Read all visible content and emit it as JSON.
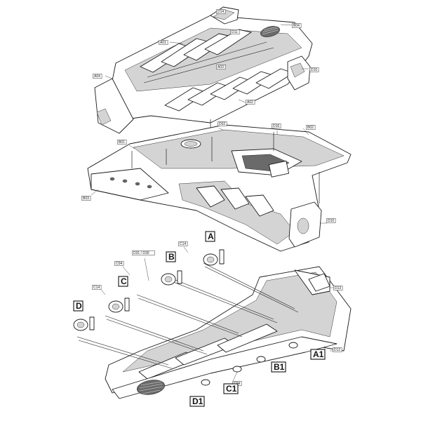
{
  "part_labels": [
    {
      "id": "D14",
      "text": "D14"
    },
    {
      "id": "B04",
      "text": "B04"
    },
    {
      "id": "A01",
      "text": "A01"
    },
    {
      "id": "D11",
      "text": "D11"
    },
    {
      "id": "A04",
      "text": "A04"
    },
    {
      "id": "A03",
      "text": "A03"
    },
    {
      "id": "D15",
      "text": "D15"
    },
    {
      "id": "A02",
      "text": "A02"
    },
    {
      "id": "D02",
      "text": "D02"
    },
    {
      "id": "D16",
      "text": "D16"
    },
    {
      "id": "B02",
      "text": "B02"
    },
    {
      "id": "B01",
      "text": "B01"
    },
    {
      "id": "B03",
      "text": "B03"
    },
    {
      "id": "D10",
      "text": "D10"
    },
    {
      "id": "C14a",
      "text": "C14"
    },
    {
      "id": "D31D30",
      "text": "D31 / D30"
    },
    {
      "id": "C04a",
      "text": "C04"
    },
    {
      "id": "C14b",
      "text": "C14"
    },
    {
      "id": "D13",
      "text": "D13"
    },
    {
      "id": "D12",
      "text": "D12"
    },
    {
      "id": "C04b",
      "text": "C04"
    }
  ],
  "step_labels": [
    {
      "id": "A",
      "text": "A"
    },
    {
      "id": "B",
      "text": "B"
    },
    {
      "id": "C",
      "text": "C"
    },
    {
      "id": "D",
      "text": "D"
    },
    {
      "id": "A1",
      "text": "A1"
    },
    {
      "id": "B1",
      "text": "B1"
    },
    {
      "id": "C1",
      "text": "C1"
    },
    {
      "id": "D1",
      "text": "D1"
    }
  ]
}
